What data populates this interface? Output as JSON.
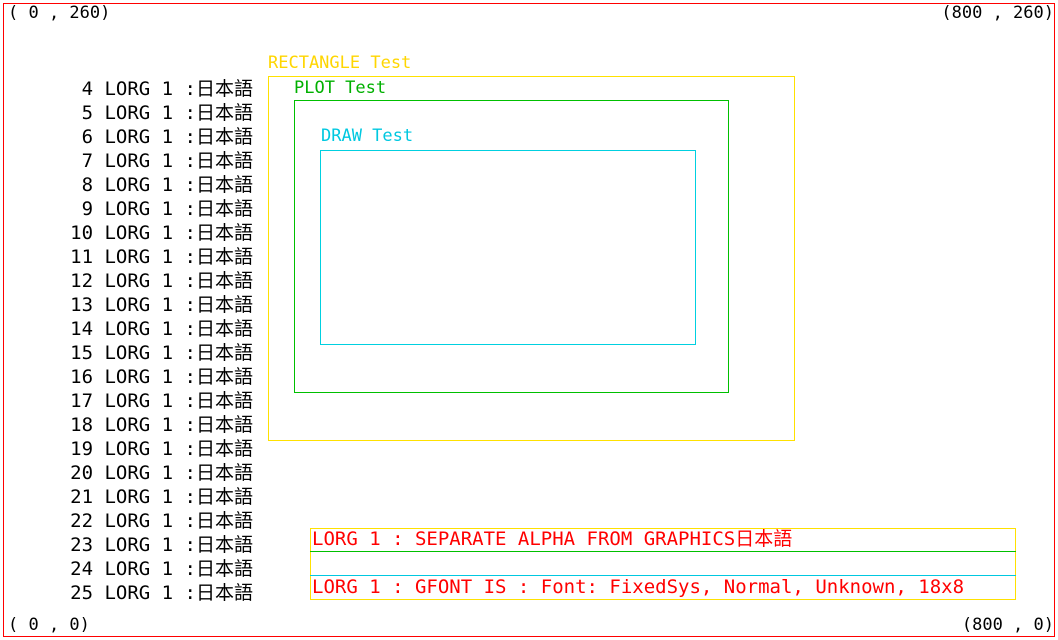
{
  "colors": {
    "frame": "#ff0000",
    "rectangle": "#ffe100",
    "plot": "#00c000",
    "draw": "#00d0e0",
    "message": "#ff0000"
  },
  "coords": {
    "top_left": "( 0 , 260)",
    "top_right": "(800 , 260)",
    "bottom_left": "( 0 , 0)",
    "bottom_right": "(800 , 0)"
  },
  "labels": {
    "rectangle": "RECTANGLE Test",
    "plot": "PLOT Test",
    "draw": "DRAW Test"
  },
  "lines": [
    "4 LORG 1 :日本語",
    "5 LORG 1 :日本語",
    "6 LORG 1 :日本語",
    "7 LORG 1 :日本語",
    "8 LORG 1 :日本語",
    "9 LORG 1 :日本語",
    "10 LORG 1 :日本語",
    "11 LORG 1 :日本語",
    "12 LORG 1 :日本語",
    "13 LORG 1 :日本語",
    "14 LORG 1 :日本語",
    "15 LORG 1 :日本語",
    "16 LORG 1 :日本語",
    "17 LORG 1 :日本語",
    "18 LORG 1 :日本語",
    "19 LORG 1 :日本語",
    "20 LORG 1 :日本語",
    "21 LORG 1 :日本語",
    "22 LORG 1 :日本語",
    "23 LORG 1 :日本語",
    "24 LORG 1 :日本語",
    "25 LORG 1 :日本語"
  ],
  "messages": {
    "separate": "LORG 1 : SEPARATE ALPHA FROM GRAPHICS日本語",
    "gfont": "LORG 1 : GFONT IS : Font: FixedSys, Normal, Unknown, 18x8"
  }
}
